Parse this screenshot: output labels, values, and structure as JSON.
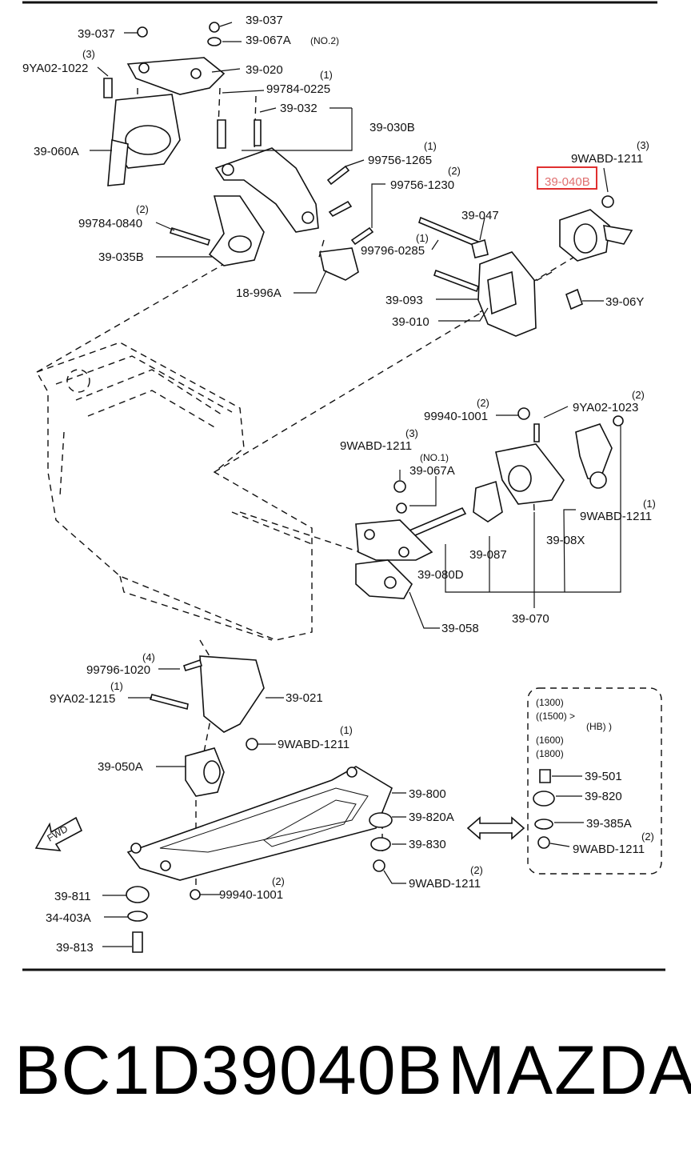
{
  "labels": [
    {
      "id": "l1",
      "text": "39-037"
    },
    {
      "id": "l2",
      "text": "39-067A"
    },
    {
      "id": "l2n",
      "text": "(NO.2)"
    },
    {
      "id": "l3",
      "text": "39-037"
    },
    {
      "id": "l4",
      "text": "9YA02-1022"
    },
    {
      "id": "l4q",
      "text": "(3)"
    },
    {
      "id": "l5",
      "text": "39-020"
    },
    {
      "id": "l6",
      "text": "99784-0225"
    },
    {
      "id": "l6q",
      "text": "(1)"
    },
    {
      "id": "l7",
      "text": "39-032"
    },
    {
      "id": "l8",
      "text": "39-030B"
    },
    {
      "id": "l9",
      "text": "39-060A"
    },
    {
      "id": "l10",
      "text": "99756-1265"
    },
    {
      "id": "l10q",
      "text": "(1)"
    },
    {
      "id": "l11",
      "text": "99756-1230"
    },
    {
      "id": "l11q",
      "text": "(2)"
    },
    {
      "id": "l12",
      "text": "9WABD-1211"
    },
    {
      "id": "l12q",
      "text": "(3)"
    },
    {
      "id": "l13",
      "text": "99784-0840"
    },
    {
      "id": "l13q",
      "text": "(2)"
    },
    {
      "id": "l14",
      "text": "39-047"
    },
    {
      "id": "l15",
      "text": "99796-0285"
    },
    {
      "id": "l15q",
      "text": "(1)"
    },
    {
      "id": "l16",
      "text": "39-035B"
    },
    {
      "id": "l17",
      "text": "18-996A"
    },
    {
      "id": "l18",
      "text": "39-093"
    },
    {
      "id": "l19",
      "text": "39-06Y"
    },
    {
      "id": "l20",
      "text": "39-010"
    },
    {
      "id": "l21",
      "text": "99940-1001"
    },
    {
      "id": "l21q",
      "text": "(2)"
    },
    {
      "id": "l22",
      "text": "9YA02-1023"
    },
    {
      "id": "l22q",
      "text": "(2)"
    },
    {
      "id": "l23",
      "text": "9WABD-1211"
    },
    {
      "id": "l23q",
      "text": "(3)"
    },
    {
      "id": "l24",
      "text": "39-067A"
    },
    {
      "id": "l24n",
      "text": "(NO.1)"
    },
    {
      "id": "l25",
      "text": "9WABD-1211"
    },
    {
      "id": "l25q",
      "text": "(1)"
    },
    {
      "id": "l26",
      "text": "39-087"
    },
    {
      "id": "l27",
      "text": "39-08X"
    },
    {
      "id": "l28",
      "text": "39-080D"
    },
    {
      "id": "l29",
      "text": "39-070"
    },
    {
      "id": "l30",
      "text": "39-058"
    },
    {
      "id": "l31",
      "text": "99796-1020"
    },
    {
      "id": "l31q",
      "text": "(4)"
    },
    {
      "id": "l32",
      "text": "9YA02-1215"
    },
    {
      "id": "l32q",
      "text": "(1)"
    },
    {
      "id": "l33",
      "text": "39-021"
    },
    {
      "id": "l34",
      "text": "9WABD-1211"
    },
    {
      "id": "l34q",
      "text": "(1)"
    },
    {
      "id": "l35",
      "text": "39-050A"
    },
    {
      "id": "l36",
      "text": "39-800"
    },
    {
      "id": "l37",
      "text": "39-820A"
    },
    {
      "id": "l38",
      "text": "39-830"
    },
    {
      "id": "l39",
      "text": "9WABD-1211"
    },
    {
      "id": "l39q",
      "text": "(2)"
    },
    {
      "id": "l40",
      "text": "39-811"
    },
    {
      "id": "l41",
      "text": "34-403A"
    },
    {
      "id": "l42",
      "text": "39-813"
    },
    {
      "id": "l43",
      "text": "99940-1001"
    },
    {
      "id": "l43q",
      "text": "(2)"
    },
    {
      "id": "l44",
      "text": "39-501"
    },
    {
      "id": "l45",
      "text": "39-820"
    },
    {
      "id": "l46",
      "text": "39-385A"
    },
    {
      "id": "l47",
      "text": "9WABD-1211"
    },
    {
      "id": "l47q",
      "text": "(2)"
    }
  ],
  "highlight_label": "39-040B",
  "fwd_label": "FWD",
  "inset_note": [
    "(1300)",
    "((1500) >",
    "(HB) )",
    "(1600)",
    "(1800)"
  ],
  "footer": {
    "part_number": "BC1D39040B",
    "brand": "MAZDA"
  },
  "colors": {
    "highlight_box": "#e03030",
    "ink": "#111111"
  }
}
